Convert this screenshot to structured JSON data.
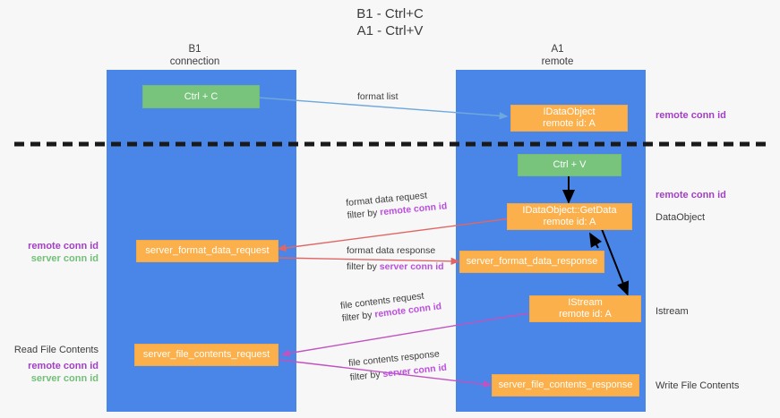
{
  "title": {
    "line1": "B1 - Ctrl+C",
    "line2": "A1 - Ctrl+V"
  },
  "lanes": [
    {
      "id": "b1",
      "head_line1": "B1",
      "head_line2": "connection",
      "color": "#4a86e8"
    },
    {
      "id": "a1",
      "head_line1": "A1",
      "head_line2": "remote",
      "color": "#4a86e8"
    }
  ],
  "nodes": {
    "ctrl_c": {
      "line1": "Ctrl + C",
      "line2": "",
      "color": "#78c47c"
    },
    "idataobject": {
      "line1": "IDataObject",
      "line2": "remote id: A",
      "color": "#fbb04b"
    },
    "ctrl_v": {
      "line1": "Ctrl + V",
      "line2": "",
      "color": "#78c47c"
    },
    "getdata": {
      "line1": "IDataObject::GetData",
      "line2": "remote id: A",
      "color": "#fbb04b"
    },
    "server_format_data_request": {
      "line1": "server_format_data_request",
      "line2": "",
      "color": "#fbb04b"
    },
    "server_format_data_response": {
      "line1": "server_format_data_response",
      "line2": "",
      "color": "#fbb04b"
    },
    "istream": {
      "line1": "IStream",
      "line2": "remote id: A",
      "color": "#fbb04b"
    },
    "server_file_contents_request": {
      "line1": "server_file_contents_request",
      "line2": "",
      "color": "#fbb04b"
    },
    "server_file_contents_response": {
      "line1": "server_file_contents_response",
      "line2": "",
      "color": "#fbb04b"
    }
  },
  "edge_labels": {
    "format_list": "format list",
    "format_data_request_l1": "format data request",
    "format_data_request_l2_prefix": "filter by ",
    "format_data_request_l2_key": "remote conn id",
    "format_data_response_l1": "format data response",
    "format_data_response_l2_prefix": "filter by ",
    "format_data_response_l2_key": "server conn id",
    "file_contents_request_l1": "file contents request",
    "file_contents_request_l2_prefix": "filter by ",
    "file_contents_request_l2_key": "remote conn id",
    "file_contents_response_l1": "file contents response",
    "file_contents_response_l2_prefix": "filter by ",
    "file_contents_response_l2_key": "server conn id"
  },
  "annotations": {
    "right_remote_conn_id_top": "remote conn id",
    "right_remote_conn_id_mid": "remote conn id",
    "right_dataobject": "DataObject",
    "right_istream": "Istream",
    "right_write_file_contents": "Write File Contents",
    "left_remote_conn_id_mid": "remote conn id",
    "left_server_conn_id_mid": "server conn id",
    "left_read_file_contents": "Read File Contents",
    "left_remote_conn_id_bottom": "remote conn id",
    "left_server_conn_id_bottom": "server conn id"
  },
  "colors": {
    "lane": "#4a86e8",
    "green_node": "#78c47c",
    "orange_node": "#fbb04b",
    "purple_text": "#a23fc4",
    "green_text": "#73bf7a",
    "arrow_blue": "#6fa8dc",
    "arrow_red": "#e06666",
    "arrow_magenta": "#c152c1",
    "arrow_black": "#000000",
    "divider": "#1a1a1a",
    "background": "#f7f7f7"
  }
}
